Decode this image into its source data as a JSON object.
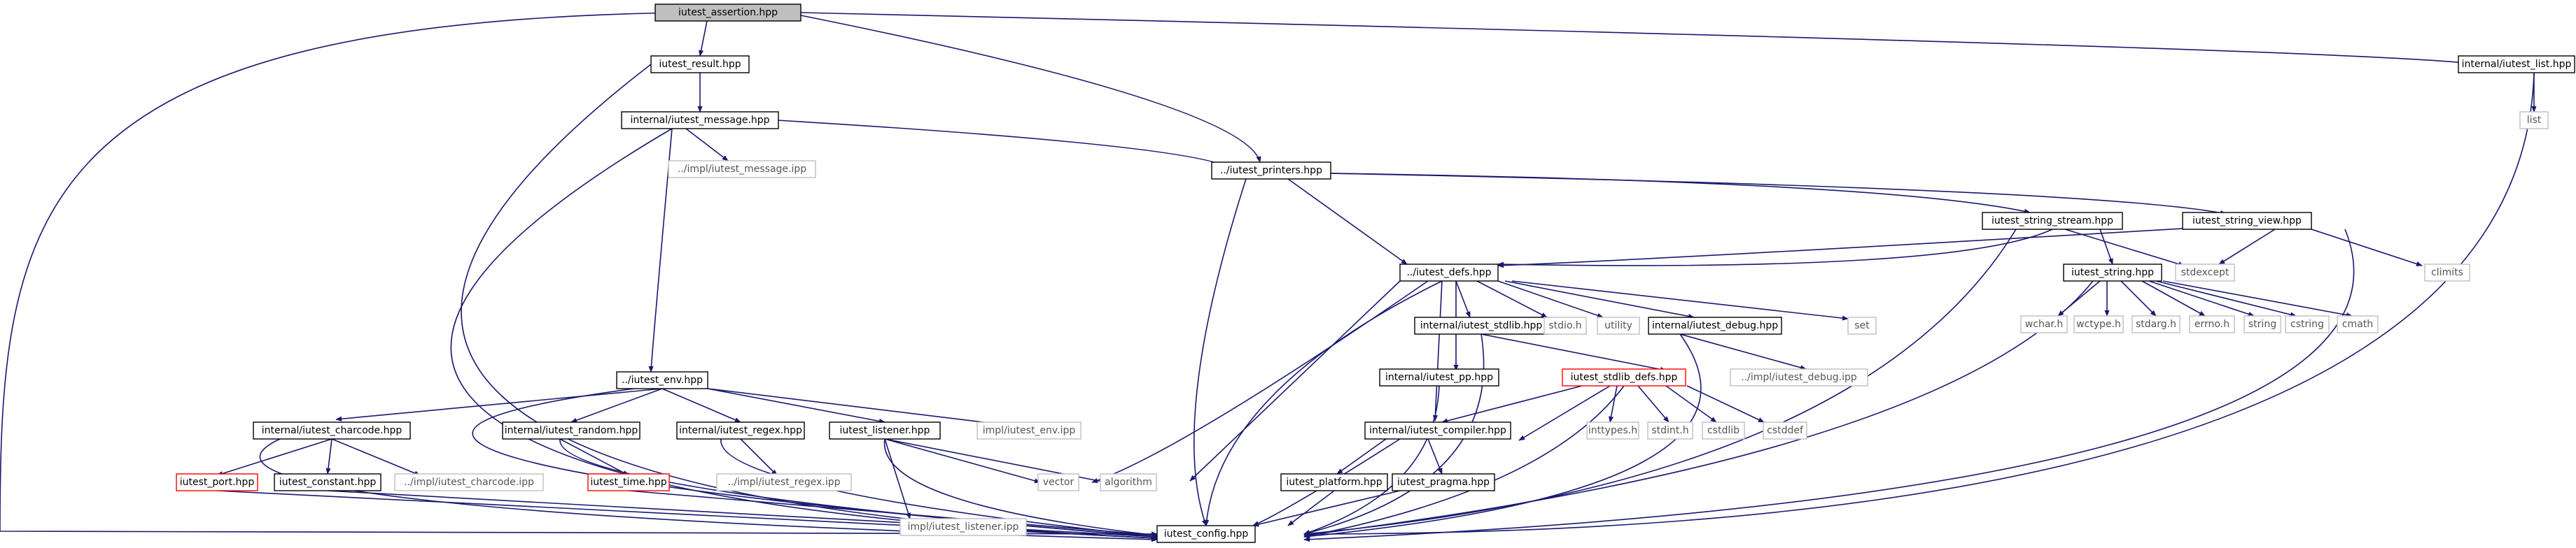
{
  "graph": {
    "edge_color": "#191970",
    "nodes": [
      {
        "id": "assertion",
        "label": "iutest_assertion.hpp",
        "style": "root"
      },
      {
        "id": "result",
        "label": "iutest_result.hpp",
        "style": "normal"
      },
      {
        "id": "list",
        "label": "internal/iutest_list.hpp",
        "style": "normal"
      },
      {
        "id": "list_std",
        "label": "list",
        "style": "external"
      },
      {
        "id": "message",
        "label": "internal/iutest_message.hpp",
        "style": "normal"
      },
      {
        "id": "message_ipp",
        "label": "../impl/iutest_message.ipp",
        "style": "external"
      },
      {
        "id": "printers",
        "label": "../iutest_printers.hpp",
        "style": "normal"
      },
      {
        "id": "string_stream",
        "label": "iutest_string_stream.hpp",
        "style": "normal"
      },
      {
        "id": "string_view",
        "label": "iutest_string_view.hpp",
        "style": "normal"
      },
      {
        "id": "defs",
        "label": "../iutest_defs.hpp",
        "style": "normal"
      },
      {
        "id": "stdexcept",
        "label": "stdexcept",
        "style": "external"
      },
      {
        "id": "climits",
        "label": "climits",
        "style": "external"
      },
      {
        "id": "string_hpp",
        "label": "iutest_string.hpp",
        "style": "normal"
      },
      {
        "id": "wchar",
        "label": "wchar.h",
        "style": "external"
      },
      {
        "id": "wctype",
        "label": "wctype.h",
        "style": "external"
      },
      {
        "id": "stdarg",
        "label": "stdarg.h",
        "style": "external"
      },
      {
        "id": "errno",
        "label": "errno.h",
        "style": "external"
      },
      {
        "id": "string_std",
        "label": "string",
        "style": "external"
      },
      {
        "id": "cstring",
        "label": "cstring",
        "style": "external"
      },
      {
        "id": "cmath",
        "label": "cmath",
        "style": "external"
      },
      {
        "id": "stdlib_hpp",
        "label": "internal/iutest_stdlib.hpp",
        "style": "normal"
      },
      {
        "id": "stdio",
        "label": "stdio.h",
        "style": "external"
      },
      {
        "id": "utility",
        "label": "utility",
        "style": "external"
      },
      {
        "id": "debug",
        "label": "internal/iutest_debug.hpp",
        "style": "normal"
      },
      {
        "id": "set",
        "label": "set",
        "style": "external"
      },
      {
        "id": "debug_ipp",
        "label": "../impl/iutest_debug.ipp",
        "style": "external"
      },
      {
        "id": "pp",
        "label": "internal/iutest_pp.hpp",
        "style": "normal"
      },
      {
        "id": "stdlib_defs",
        "label": "iutest_stdlib_defs.hpp",
        "style": "truncated"
      },
      {
        "id": "compiler",
        "label": "internal/iutest_compiler.hpp",
        "style": "normal"
      },
      {
        "id": "inttypes",
        "label": "inttypes.h",
        "style": "external"
      },
      {
        "id": "stdint",
        "label": "stdint.h",
        "style": "external"
      },
      {
        "id": "cstdlib",
        "label": "cstdlib",
        "style": "external"
      },
      {
        "id": "cstddef",
        "label": "cstddef",
        "style": "external"
      },
      {
        "id": "platform",
        "label": "iutest_platform.hpp",
        "style": "normal"
      },
      {
        "id": "pragma",
        "label": "iutest_pragma.hpp",
        "style": "normal"
      },
      {
        "id": "env",
        "label": "../iutest_env.hpp",
        "style": "normal"
      },
      {
        "id": "charcode",
        "label": "internal/iutest_charcode.hpp",
        "style": "normal"
      },
      {
        "id": "random",
        "label": "internal/iutest_random.hpp",
        "style": "normal"
      },
      {
        "id": "regex",
        "label": "internal/iutest_regex.hpp",
        "style": "normal"
      },
      {
        "id": "listener",
        "label": "iutest_listener.hpp",
        "style": "normal"
      },
      {
        "id": "env_ipp",
        "label": "impl/iutest_env.ipp",
        "style": "external"
      },
      {
        "id": "port",
        "label": "iutest_port.hpp",
        "style": "truncated"
      },
      {
        "id": "constant",
        "label": "iutest_constant.hpp",
        "style": "normal"
      },
      {
        "id": "charcode_ipp",
        "label": "../impl/iutest_charcode.ipp",
        "style": "external"
      },
      {
        "id": "time",
        "label": "iutest_time.hpp",
        "style": "truncated"
      },
      {
        "id": "regex_ipp",
        "label": "../impl/iutest_regex.ipp",
        "style": "external"
      },
      {
        "id": "listener_ipp",
        "label": "impl/iutest_listener.ipp",
        "style": "external"
      },
      {
        "id": "vector",
        "label": "vector",
        "style": "external"
      },
      {
        "id": "algorithm",
        "label": "algorithm",
        "style": "external"
      },
      {
        "id": "config",
        "label": "iutest_config.hpp",
        "style": "normal"
      }
    ]
  }
}
